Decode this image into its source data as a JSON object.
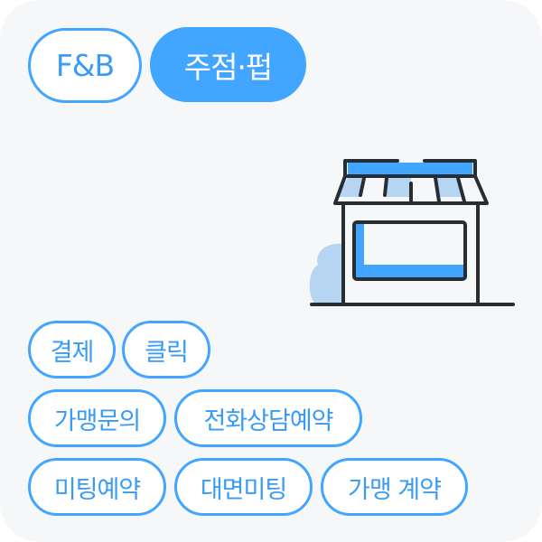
{
  "category_tags": [
    {
      "label": "F&B",
      "active": false
    },
    {
      "label": "주점·펍",
      "active": true
    }
  ],
  "illustration": {
    "name": "storefront-icon"
  },
  "event_tags": [
    {
      "label": "결제"
    },
    {
      "label": "클릭"
    },
    {
      "label": "가맹문의"
    },
    {
      "label": "전화상담예약"
    },
    {
      "label": "미팅예약"
    },
    {
      "label": "대면미팅"
    },
    {
      "label": "가맹 계약"
    }
  ],
  "colors": {
    "accent": "#42a5ff",
    "accent_light": "#b5d5f3",
    "outline": "#262d33",
    "card_bg": "#f6f7f9"
  }
}
